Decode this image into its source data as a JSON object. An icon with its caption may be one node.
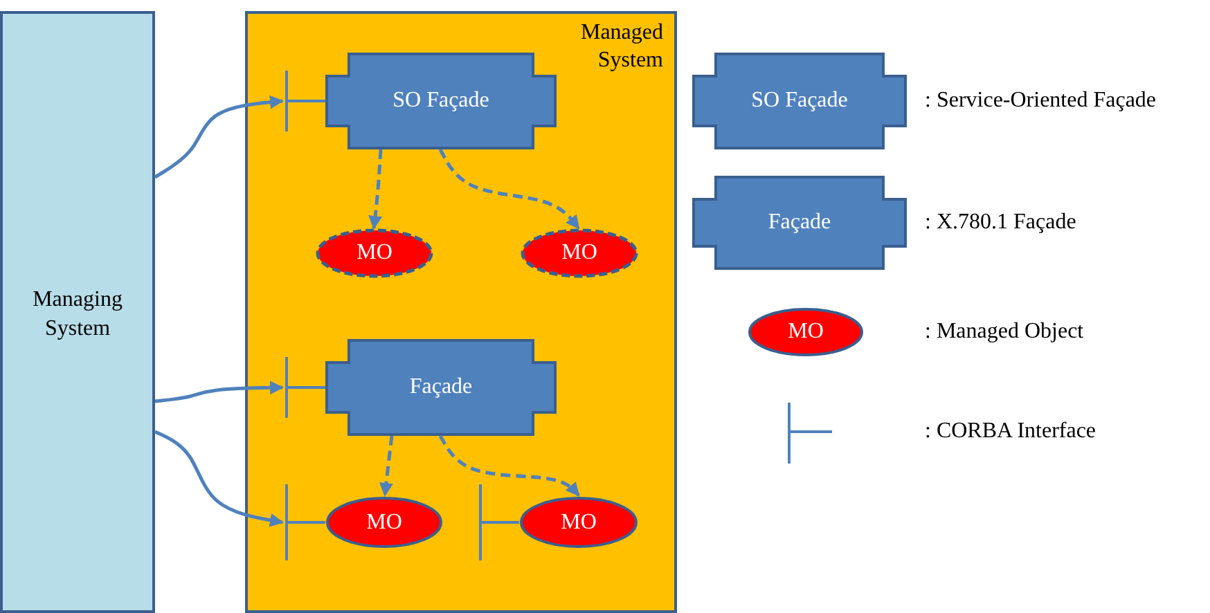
{
  "diagram": {
    "nodes": [
      {
        "text": [
          "Managing System"
        ]
      },
      {
        "text": [
          "Managed System"
        ]
      },
      {
        "text": [
          "SO Façade"
        ],
        "in": 1
      },
      {
        "text": [
          "MO"
        ],
        "in": 1
      },
      {
        "text": [
          "MO"
        ],
        "in": 1
      },
      {
        "text": [
          "Façade"
        ],
        "in": 1
      },
      {
        "text": [
          "MO"
        ],
        "in": 1
      },
      {
        "text": [
          "MO"
        ],
        "in": 1
      },
      {
        "text": [
          "SO Façade"
        ],
        "beside": [
          ": Service-Oriented Façade"
        ]
      },
      {
        "text": [
          "Façade"
        ],
        "beside": [
          ": X.780.1 Façade"
        ]
      },
      {
        "text": [
          "MO"
        ],
        "beside": [
          ": Managed Object"
        ]
      }
    ],
    "edges": [
      {
        "from": 0,
        "to": 2,
        "arrow": "to"
      },
      {
        "from": 2,
        "to": 3,
        "arrow": "to",
        "style": "dashed"
      },
      {
        "from": 2,
        "to": 4,
        "arrow": "to",
        "style": "dashed"
      },
      {
        "from": 0,
        "to": 5,
        "arrow": "to"
      },
      {
        "from": 0,
        "to": 6,
        "arrow": "to"
      },
      {
        "from": 5,
        "to": 6,
        "arrow": "to",
        "style": "dashed"
      },
      {
        "from": 5,
        "to": 7,
        "arrow": "to",
        "style": "dashed"
      }
    ],
    "labels": [
      ": CORBA Interface"
    ]
  }
}
